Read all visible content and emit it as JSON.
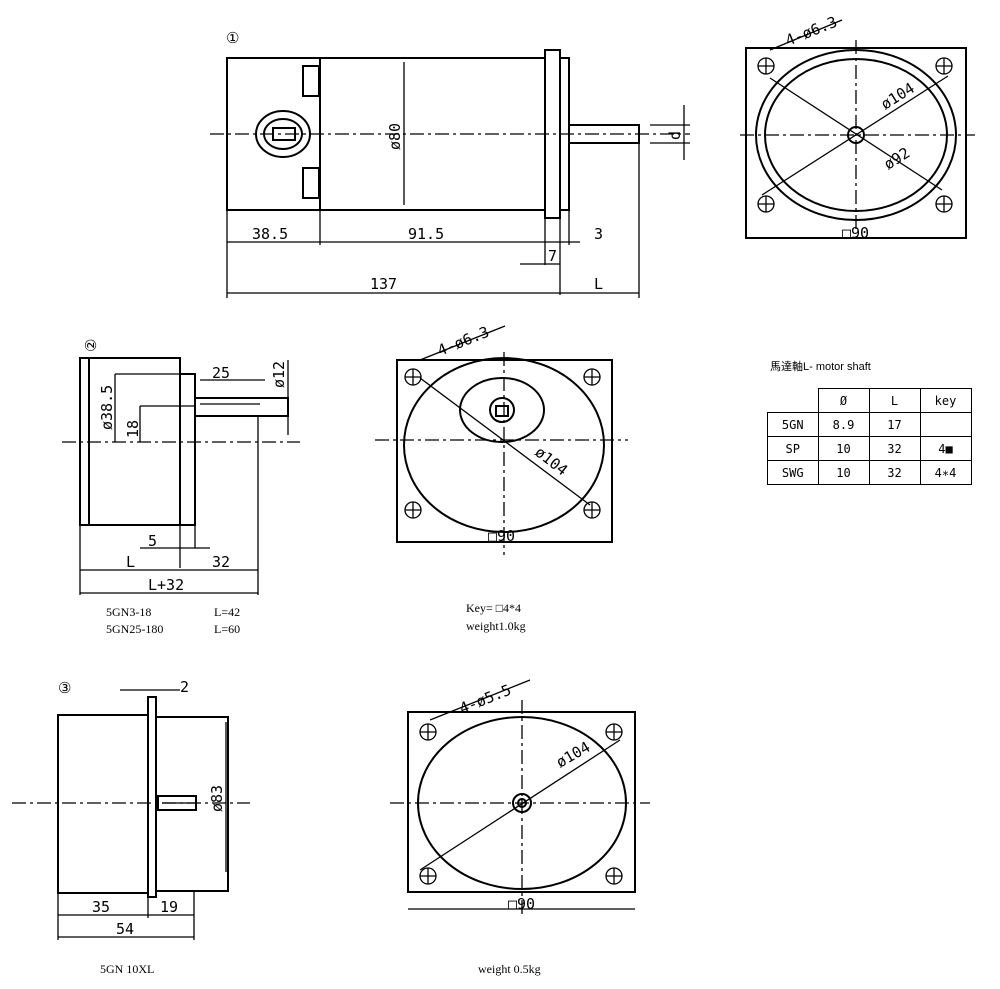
{
  "view1": {
    "marker": "①",
    "dia_body": "ø80",
    "dim_a": "38.5",
    "dim_b": "91.5",
    "dim_c": "3",
    "dim_d": "7",
    "dim_total": "137",
    "dim_l": "L",
    "shaft_d": "d"
  },
  "front1": {
    "holes": "4-ø6.3",
    "dia_outer": "ø104",
    "dia_inner": "ø92",
    "square": "□90"
  },
  "view2": {
    "marker": "②",
    "dim_25": "25",
    "dim_12": "ø12",
    "dia_boss": "ø38.5",
    "dim_18": "18",
    "dim_5": "5",
    "dim_l": "L",
    "dim_32": "32",
    "dim_total": "L+32",
    "models": [
      {
        "name": "5GN3-18",
        "value": "L=42"
      },
      {
        "name": "5GN25-180",
        "value": "L=60"
      }
    ]
  },
  "front2": {
    "holes": "4-ø6.3",
    "dia": "ø104",
    "square": "□90",
    "key": "Key= □4*4",
    "weight": "weight1.0kg"
  },
  "shaft_table": {
    "caption": "馬達軸L- motor shaft",
    "headers": [
      "",
      "Ø",
      "L",
      "key"
    ],
    "rows": [
      [
        "5GN",
        "8.9",
        "17",
        ""
      ],
      [
        "SP",
        "10",
        "32",
        "4■"
      ],
      [
        "SWG",
        "10",
        "32",
        "4∗4"
      ]
    ]
  },
  "view3": {
    "marker": "③",
    "dim_2": "2",
    "dia": "ø83",
    "dim_35": "35",
    "dim_19": "19",
    "dim_total": "54",
    "model": "5GN 10XL"
  },
  "front3": {
    "holes": "4-ø5.5",
    "dia": "ø104",
    "square": "□90",
    "weight": "weight 0.5kg"
  }
}
